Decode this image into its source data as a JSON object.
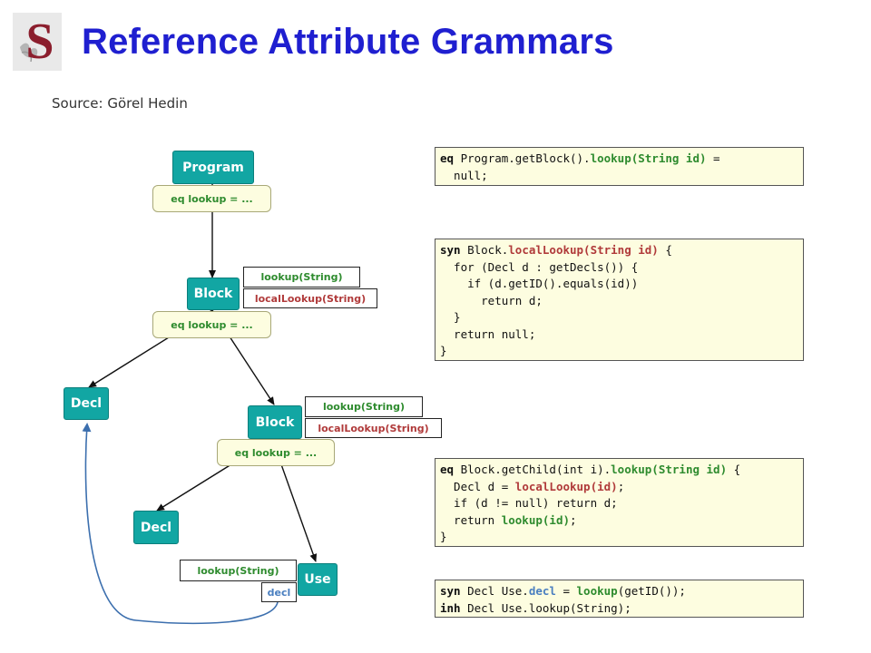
{
  "slide": {
    "title": "Reference Attribute Grammars",
    "source": "Source: Görel Hedin",
    "logo_letter": "S"
  },
  "nodes": {
    "program": "Program",
    "block1": "Block",
    "decl1": "Decl",
    "block2": "Block",
    "decl2": "Decl",
    "use": "Use"
  },
  "equations": {
    "program_eq": "eq lookup = ...",
    "block1_eq": "eq lookup = ...",
    "block2_eq": "eq lookup = ..."
  },
  "attributes": {
    "block1_lookup": "lookup(String)",
    "block1_local": "localLookup(String)",
    "block2_lookup": "lookup(String)",
    "block2_local": "localLookup(String)",
    "use_lookup": "lookup(String)",
    "use_decl": "decl"
  },
  "code": {
    "box1": [
      [
        [
          "kw",
          "eq"
        ],
        [
          "n",
          " Program.getBlock()."
        ],
        [
          "g",
          "lookup(String id)"
        ],
        [
          "n",
          " ="
        ]
      ],
      [
        [
          "n",
          "  null;"
        ]
      ]
    ],
    "box2": [
      [
        [
          "kw",
          "syn"
        ],
        [
          "n",
          " Block."
        ],
        [
          "r",
          "localLookup(String id)"
        ],
        [
          "n",
          " {"
        ]
      ],
      [
        [
          "n",
          "  for (Decl d : getDecls()) {"
        ]
      ],
      [
        [
          "n",
          "    if (d.getID().equals(id))"
        ]
      ],
      [
        [
          "n",
          "      return d;"
        ]
      ],
      [
        [
          "n",
          "  }"
        ]
      ],
      [
        [
          "n",
          "  return null;"
        ]
      ],
      [
        [
          "n",
          "}"
        ]
      ]
    ],
    "box3": [
      [
        [
          "kw",
          "eq"
        ],
        [
          "n",
          " Block.getChild(int i)."
        ],
        [
          "g",
          "lookup(String id)"
        ],
        [
          "n",
          " {"
        ]
      ],
      [
        [
          "n",
          "  Decl d = "
        ],
        [
          "r",
          "localLookup(id)"
        ],
        [
          "n",
          ";"
        ]
      ],
      [
        [
          "n",
          "  if (d != null) return d;"
        ]
      ],
      [
        [
          "n",
          "  return "
        ],
        [
          "g",
          "lookup(id)"
        ],
        [
          "n",
          ";"
        ]
      ],
      [
        [
          "n",
          "}"
        ]
      ]
    ],
    "box4": [
      [
        [
          "kw",
          "syn"
        ],
        [
          "n",
          " Decl Use."
        ],
        [
          "b",
          "decl"
        ],
        [
          "n",
          " = "
        ],
        [
          "g",
          "lookup"
        ],
        [
          "n",
          "(getID());"
        ]
      ],
      [
        [
          "kw",
          "inh"
        ],
        [
          "n",
          " Decl Use.lookup(String);"
        ]
      ]
    ]
  },
  "colors": {
    "title": "#1f1fd0",
    "node": "#12a6a3",
    "eq_fill": "#fdfde0",
    "attr_green": "#2e8b2e",
    "attr_red": "#b03a3a",
    "ref_arrow": "#4a7fc0"
  }
}
